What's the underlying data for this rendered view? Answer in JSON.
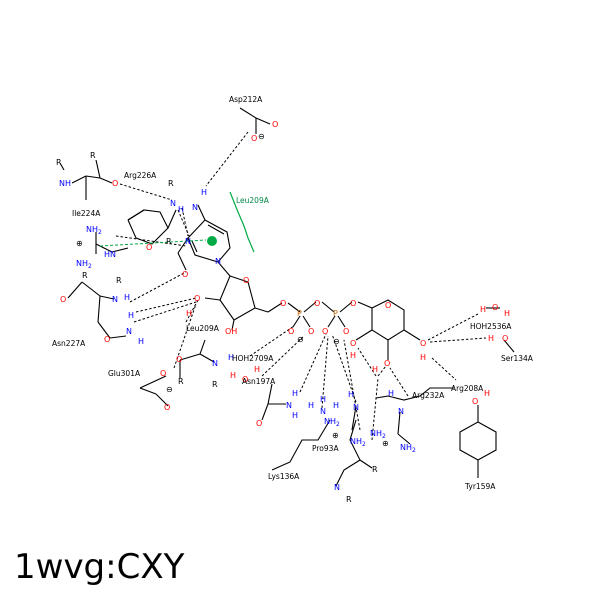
{
  "caption": "1wvg:CXY",
  "residues": {
    "asp212": "Asp212A",
    "arg226": "Arg226A",
    "ile224": "Ile224A",
    "leu209_hydrophobic": "Leu209A",
    "asn227": "Asn227A",
    "leu209": "Leu209A",
    "glu301": "Glu301A",
    "hoh2709": "HOH2709A",
    "asn197": "Asn197A",
    "hoh2536": "HOH2536A",
    "ser134": "Ser134A",
    "arg232": "Arg232A",
    "arg208": "Arg208A",
    "pro93": "Pro93A",
    "lys136": "Lys136A",
    "tyr159": "Tyr159A"
  },
  "atoms": {
    "N": "N",
    "O": "O",
    "H": "H",
    "P": "P",
    "R": "R",
    "NH": "NH",
    "HN": "HN",
    "NH2": "NH2",
    "NH2sub": "2",
    "OH": "OH",
    "plus": "⊕",
    "minus": "⊖"
  },
  "colors": {
    "nitrogen": "#0000ff",
    "oxygen": "#ff0000",
    "phosphorus": "#cc6600",
    "hydrophobic": "#00aa44",
    "bond": "#000000"
  }
}
